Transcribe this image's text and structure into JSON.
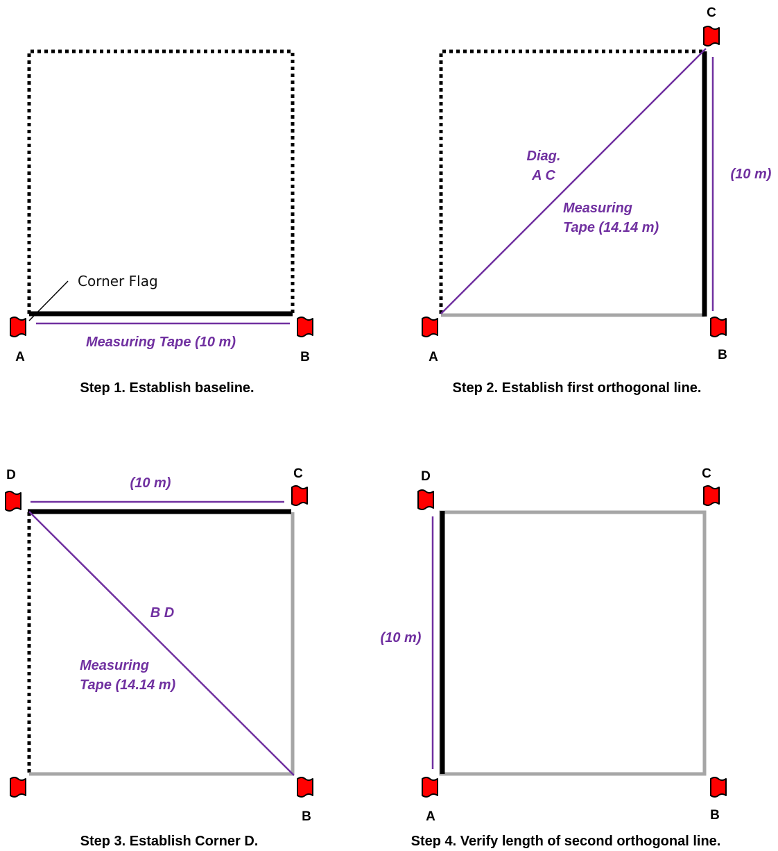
{
  "panels": {
    "step1": {
      "caption": "Step 1. Establish baseline.",
      "corner_a": "A",
      "corner_b": "B",
      "callout": "Corner Flag",
      "tape_label": "Measuring Tape (10 m)"
    },
    "step2": {
      "caption": "Step 2. Establish first orthogonal line.",
      "corner_a": "A",
      "corner_b": "B",
      "corner_c": "C",
      "diag_line1": "Diag.",
      "diag_line2": "A C",
      "tape_line1": "Measuring",
      "tape_line2": "Tape (14.14 m)",
      "side_label": "(10 m)"
    },
    "step3": {
      "caption": "Step 3. Establish Corner D.",
      "corner_b": "B",
      "corner_c": "C",
      "corner_d": "D",
      "top_label": "(10 m)",
      "diag_label": "B D",
      "tape_line1": "Measuring",
      "tape_line2": "Tape (14.14 m)"
    },
    "step4": {
      "caption": "Step 4. Verify length of second orthogonal line.",
      "corner_a": "A",
      "corner_b": "B",
      "corner_c": "C",
      "corner_d": "D",
      "side_label": "(10 m)"
    }
  },
  "colors": {
    "tape": "#7030a0",
    "flag": "#ff0000",
    "established_line": "#000000",
    "completed_line": "#a6a6a6"
  }
}
